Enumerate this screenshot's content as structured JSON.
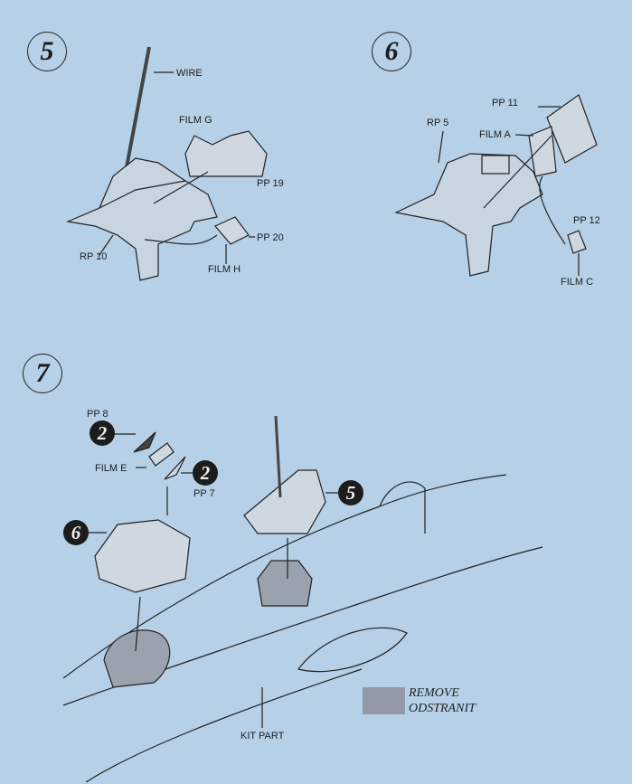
{
  "steps": {
    "s5": {
      "number": "5",
      "labels": {
        "wire": "WIRE",
        "film_g": "FILM G",
        "pp19": "PP 19",
        "pp20": "PP 20",
        "film_h": "FILM H",
        "rp10": "RP 10"
      }
    },
    "s6": {
      "number": "6",
      "labels": {
        "pp11": "PP 11",
        "rp5": "RP 5",
        "film_a": "FILM A",
        "pp12": "PP 12",
        "film_c": "FILM C"
      }
    },
    "s7": {
      "number": "7",
      "labels": {
        "pp8": "PP 8",
        "film_e": "FILM E",
        "pp7": "PP 7",
        "kit_part": "KIT PART"
      },
      "badges": {
        "pp8_sheet": "2",
        "pp7_sheet": "2",
        "from_step6": "6",
        "from_step5": "5"
      }
    }
  },
  "legend": {
    "remove": "REMOVE",
    "odstranit": "ODSTRANIT",
    "swatch_color": "#939aa6"
  }
}
